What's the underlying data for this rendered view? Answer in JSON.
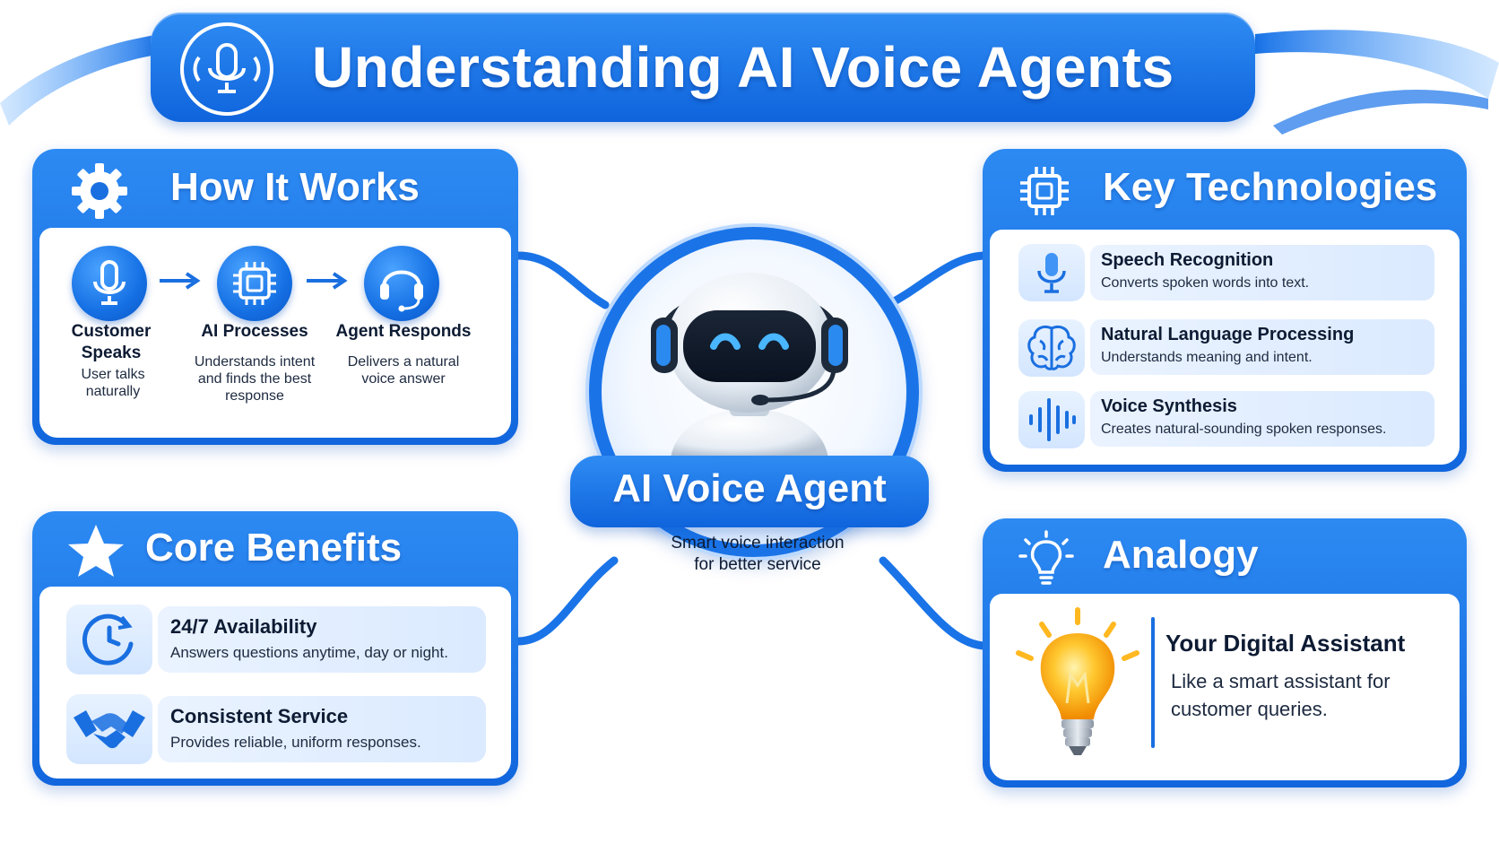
{
  "title": "Understanding AI Voice Agents",
  "colors": {
    "primary": "#1a74e8",
    "dark": "#0f64dc",
    "light": "#e8f2ff",
    "bulb": "#ffb820"
  },
  "center": {
    "title": "AI Voice Agent",
    "subtitle_line1": "Smart voice interaction",
    "subtitle_line2": "for better service"
  },
  "how_it_works": {
    "title": "How It Works",
    "icon": "gear-icon",
    "steps": [
      {
        "icon": "microphone-icon",
        "title_line1": "Customer",
        "title_line2": "Speaks",
        "desc_line1": "User talks",
        "desc_line2": "naturally",
        "desc_line3": ""
      },
      {
        "icon": "chip-icon",
        "title_line1": "AI Processes",
        "title_line2": "",
        "desc_line1": "Understands intent",
        "desc_line2": "and finds the best",
        "desc_line3": "response"
      },
      {
        "icon": "headset-icon",
        "title_line1": "Agent Responds",
        "title_line2": "",
        "desc_line1": "Delivers a natural",
        "desc_line2": "voice answer",
        "desc_line3": ""
      }
    ]
  },
  "key_technologies": {
    "title": "Key Technologies",
    "icon": "chip-icon",
    "items": [
      {
        "icon": "microphone-icon",
        "name": "Speech Recognition",
        "desc": "Converts spoken words into text."
      },
      {
        "icon": "brain-icon",
        "name": "Natural Language Processing",
        "desc": "Understands meaning and intent."
      },
      {
        "icon": "sound-wave-icon",
        "name": "Voice Synthesis",
        "desc": "Creates natural-sounding spoken responses."
      }
    ]
  },
  "core_benefits": {
    "title": "Core Benefits",
    "icon": "star-icon",
    "items": [
      {
        "icon": "clock-icon",
        "name": "24/7 Availability",
        "desc": "Answers questions anytime, day or night."
      },
      {
        "icon": "handshake-icon",
        "name": "Consistent Service",
        "desc": "Provides reliable, uniform responses."
      }
    ]
  },
  "analogy": {
    "title": "Analogy",
    "icon": "lightbulb-icon",
    "heading": "Your Digital Assistant",
    "desc_line1": "Like a smart assistant for",
    "desc_line2": "customer queries."
  }
}
